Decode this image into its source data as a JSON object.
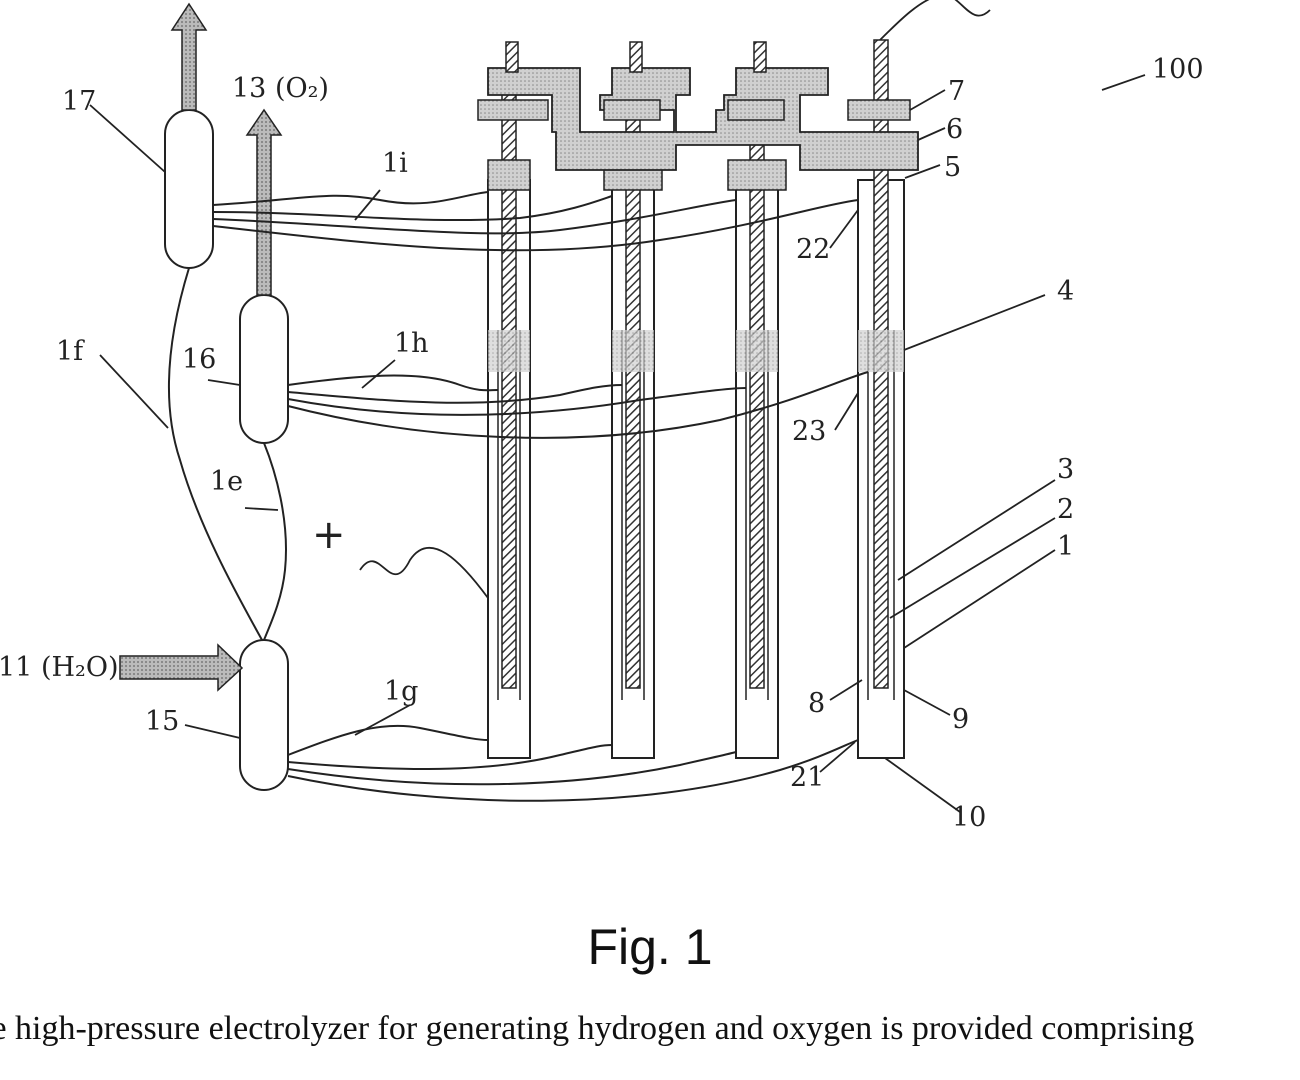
{
  "labels": {
    "ref_100": "100",
    "ref_1": "1",
    "ref_2": "2",
    "ref_3": "3",
    "ref_4": "4",
    "ref_5": "5",
    "ref_6": "6",
    "ref_7": "7",
    "ref_8": "8",
    "ref_9": "9",
    "ref_10": "10",
    "ref_15": "15",
    "ref_16": "16",
    "ref_17": "17",
    "ref_21": "21",
    "ref_22": "22",
    "ref_23": "23",
    "ref_1e": "1e",
    "ref_1f": "1f",
    "ref_1g": "1g",
    "ref_1h": "1h",
    "ref_1i": "1i",
    "outlet_o2": "13 (O₂)",
    "inlet_h2o": "11 (H₂O)",
    "plus_sign": "+"
  },
  "caption": "Fig. 1",
  "body_text": "le high-pressure electrolyzer for generating hydrogen and oxygen is provided comprising"
}
